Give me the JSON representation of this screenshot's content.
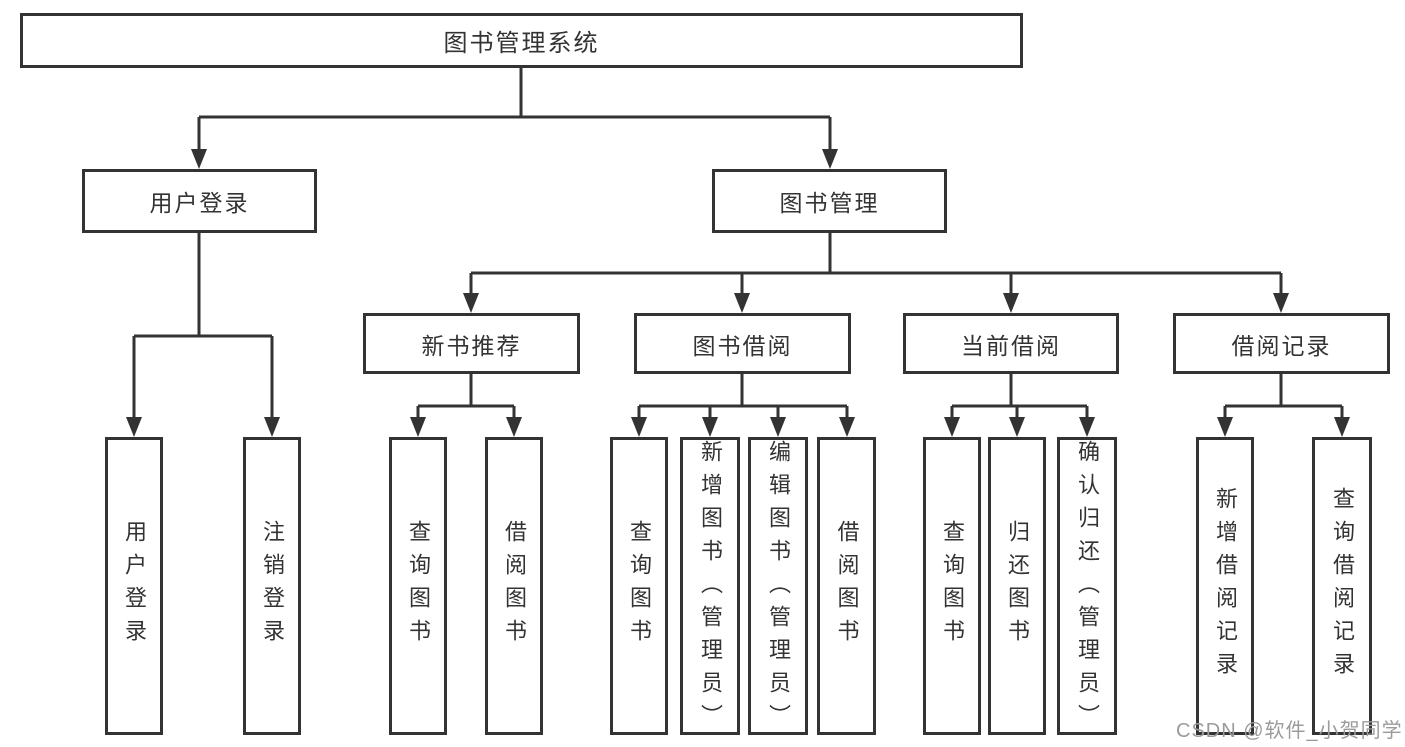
{
  "tree": {
    "label": "图书管理系统",
    "children": [
      {
        "label": "用户登录",
        "children": [
          {
            "label": "用户登录"
          },
          {
            "label": "注销登录"
          }
        ]
      },
      {
        "label": "图书管理",
        "children": [
          {
            "label": "新书推荐",
            "children": [
              {
                "label": "查询图书"
              },
              {
                "label": "借阅图书"
              }
            ]
          },
          {
            "label": "图书借阅",
            "children": [
              {
                "label": "查询图书"
              },
              {
                "label": "新增图书（管理员）"
              },
              {
                "label": "编辑图书（管理员）"
              },
              {
                "label": "借阅图书"
              }
            ]
          },
          {
            "label": "当前借阅",
            "children": [
              {
                "label": "查询图书"
              },
              {
                "label": "归还图书"
              },
              {
                "label": "确认归还（管理员）"
              }
            ]
          },
          {
            "label": "借阅记录",
            "children": [
              {
                "label": "新增借阅记录"
              },
              {
                "label": "查询借阅记录"
              }
            ]
          }
        ]
      }
    ]
  },
  "watermark": {
    "text": "CSDN @软件_小贺同学"
  },
  "colors": {
    "line": "#333333",
    "node_text": "#333333",
    "node_background": "#ffffff",
    "page_background": "#ffffff",
    "watermark_text": "#9b9b9b"
  }
}
